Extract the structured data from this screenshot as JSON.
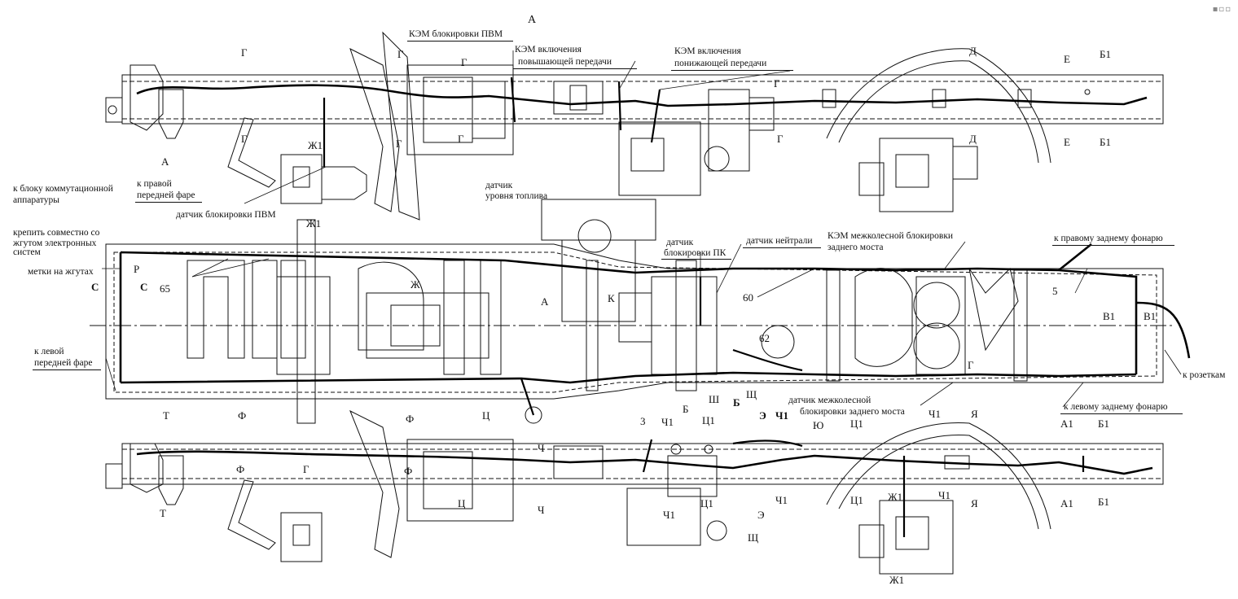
{
  "title": "А",
  "callouts": {
    "kem_pvm": "КЭМ блокировки ПВМ",
    "kem_up_1": "КЭМ включения",
    "kem_up_2": "повышающей передачи",
    "kem_down_1": "КЭМ включения",
    "kem_down_2": "понижающей передачи",
    "to_switch_block_1": "к блоку коммутационной",
    "to_switch_block_2": "аппаратуры",
    "to_right_head_1": "к правой",
    "to_right_head_2": "передней фаре",
    "attach_1": "крепить совместно со",
    "attach_2": "жгутом электронных",
    "attach_3": "систем",
    "harness_marks": "метки на жгутах",
    "to_left_head_1": "к левой",
    "to_left_head_2": "передней фаре",
    "pvm_sensor": "датчик блокировки ПВМ",
    "fuel_sensor_1": "датчик",
    "fuel_sensor_2": "уровня топлива",
    "pk_sensor_1": "датчик",
    "pk_sensor_2": "блокировки ПК",
    "neutral_sensor": "датчик нейтрали",
    "kem_rear_1": "КЭМ межколесной блокировки",
    "kem_rear_2": "заднего моста",
    "to_right_rear": "к правому заднему фонарю",
    "to_left_rear": "к левому заднему фонарю",
    "to_sockets": "к розеткам",
    "rear_sensor_1": "датчик межколесной",
    "rear_sensor_2": "блокировки заднего моста"
  },
  "numbers": {
    "n65": "65",
    "n60": "60",
    "n62": "62",
    "n5": "5",
    "n3": "3"
  },
  "sections": {
    "G": "Г",
    "A": "А",
    "Zh1": "Ж1",
    "Zh": "Ж",
    "D": "Д",
    "E": "Е",
    "B1": "Б1",
    "C": "С",
    "R": "Р",
    "K": "К",
    "V1": "В1",
    "T": "Т",
    "F": "Ф",
    "Ts": "Ц",
    "Ch": "Ч",
    "Ch1": "Ч1",
    "Ts1": "Ц1",
    "B": "Б",
    "Sh": "Ш",
    "Shch": "Щ",
    "E_rev": "Э",
    "Yu": "Ю",
    "Ya": "Я",
    "A1": "А1"
  },
  "colors": {
    "line": "#111111",
    "harness": "#000000",
    "hatch": "#555555"
  }
}
